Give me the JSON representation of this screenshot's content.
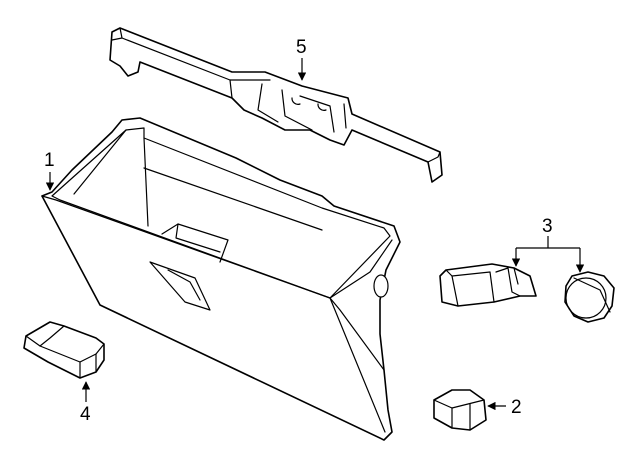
{
  "callouts": {
    "c1": "1",
    "c2": "2",
    "c3": "3",
    "c4": "4",
    "c5": "5"
  },
  "colors": {
    "line": "#000000",
    "fill": "#ffffff"
  }
}
